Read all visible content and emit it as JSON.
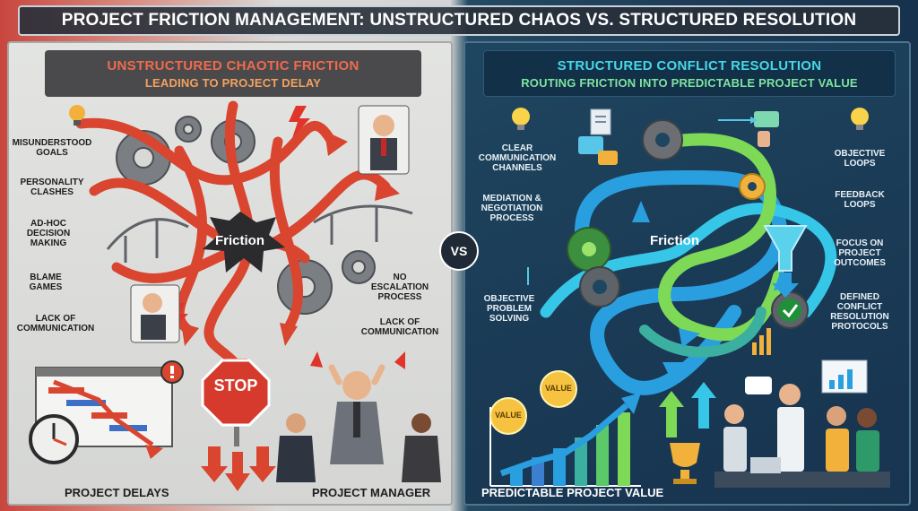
{
  "title": "PROJECT FRICTION MANAGEMENT: UNSTRUCTURED CHAOS VS. STRUCTURED RESOLUTION",
  "vs_label": "VS",
  "left": {
    "heading": "UNSTRUCTURED CHAOTIC FRICTION",
    "subheading": "LEADING TO PROJECT DELAY",
    "center_label": "Friction",
    "labels": {
      "misunderstood": "MISUNDERSTOOD GOALS",
      "personality": "PERSONALITY CLASHES",
      "adhoc": "AD-HOC DECISION MAKING",
      "blame": "BLAME GAMES",
      "lack1": "LACK OF COMMUNICATION",
      "no_escalation": "NO ESCALATION PROCESS",
      "lack2": "LACK OF COMMUNICATION"
    },
    "stop_sign": "STOP",
    "bottom_left": "PROJECT DELAYS",
    "bottom_right": "PROJECT MANAGER"
  },
  "right": {
    "heading": "STRUCTURED CONFLICT RESOLUTION",
    "subheading": "ROUTING FRICTION INTO PREDICTABLE PROJECT VALUE",
    "center_label": "Friction",
    "labels": {
      "clear": "CLEAR COMMUNICATION CHANNELS",
      "mediation": "MEDIATION & NEGOTIATION PROCESS",
      "objective_problem": "OBJECTIVE PROBLEM SOLVING",
      "objective_loops": "OBJECTIVE LOOPS",
      "feedback": "FEEDBACK LOOPS",
      "focus": "FOCUS ON PROJECT OUTCOMES",
      "defined": "DEFINED CONFLICT RESOLUTION PROTOCOLS"
    },
    "value_badge_1": "VALUE",
    "value_badge_2": "VALUE",
    "bottom_left": "PREDICTABLE PROJECT VALUE"
  },
  "colors": {
    "chaos_red": "#d9452f",
    "flow_blue": "#2a9fe0",
    "flow_green": "#7ed957",
    "gear_gray": "#6b6f74"
  },
  "icons": [
    "lightbulb-icon",
    "gear-icon",
    "broken-bridge-icon",
    "lightning-icon",
    "clock-icon",
    "stop-sign-icon",
    "document-icon",
    "chat-bubble-icon",
    "funnel-icon",
    "checkmark-icon",
    "trophy-icon",
    "bar-chart-icon"
  ]
}
